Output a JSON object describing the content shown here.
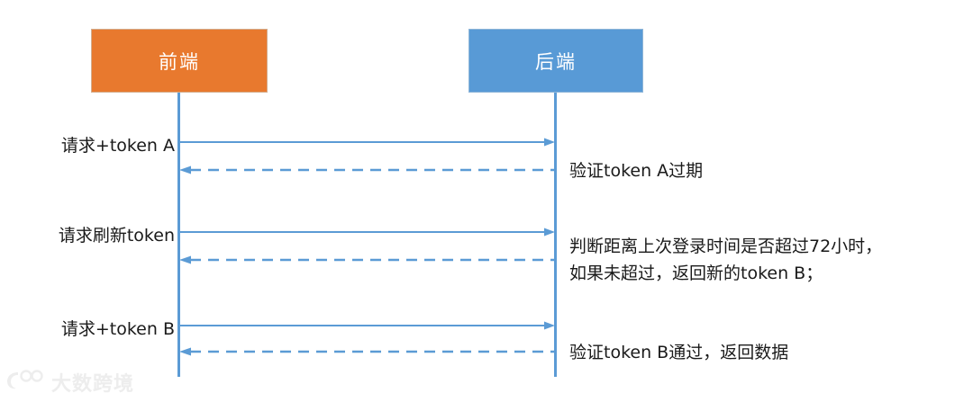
{
  "diagram": {
    "type": "sequence-diagram",
    "actors": [
      {
        "id": "frontend",
        "label": "前端",
        "color": "#E8792E"
      },
      {
        "id": "backend",
        "label": "后端",
        "color": "#589AD6"
      }
    ],
    "line_color": "#5B9BD5",
    "exchanges": [
      {
        "request_label": "请求+token A",
        "request_style": "solid",
        "request_direction": "right",
        "response_style": "dashed",
        "response_direction": "left",
        "note_lines": [
          "验证token A过期"
        ]
      },
      {
        "request_label": "请求刷新token",
        "request_style": "solid",
        "request_direction": "right",
        "response_style": "dashed",
        "response_direction": "left",
        "note_lines": [
          "判断距离上次登录时间是否超过72小时，",
          "如果未超过，返回新的token B；"
        ]
      },
      {
        "request_label": "请求+token B",
        "request_style": "solid",
        "request_direction": "right",
        "response_style": "dashed",
        "response_direction": "left",
        "note_lines": [
          "验证token B通过，返回数据"
        ]
      }
    ]
  },
  "watermark": {
    "text": "大数跨境",
    "color": "#ededed"
  }
}
